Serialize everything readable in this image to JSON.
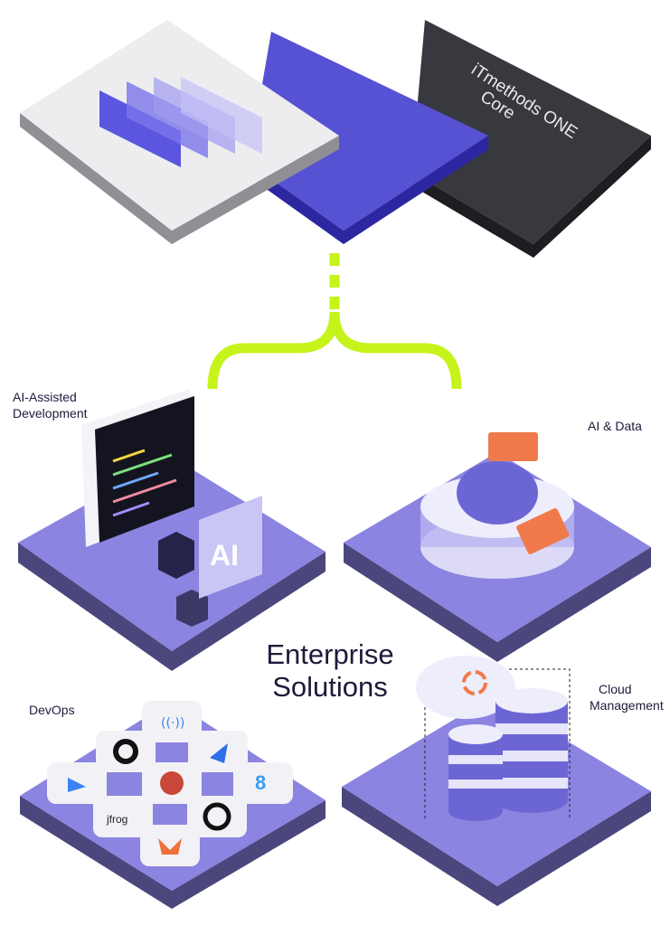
{
  "core": {
    "label_line1": "iTmethods ONE",
    "label_line2": "Core"
  },
  "title": {
    "line1": "Enterprise",
    "line2": "Solutions"
  },
  "sections": {
    "ai_dev": {
      "line1": "AI-Assisted",
      "line2": "Development",
      "ai_badge": "AI"
    },
    "ai_data": {
      "label": "AI & Data"
    },
    "devops": {
      "label": "DevOps",
      "jfrog": "jfrog"
    },
    "cloud": {
      "line1": "Cloud",
      "line2": "Management"
    }
  },
  "colors": {
    "accent": "#c6f31a",
    "tile": "#8b84e0",
    "tile_side": "#4b477d",
    "core_blue": "#5751d4",
    "core_dark": "#2f2f35"
  }
}
